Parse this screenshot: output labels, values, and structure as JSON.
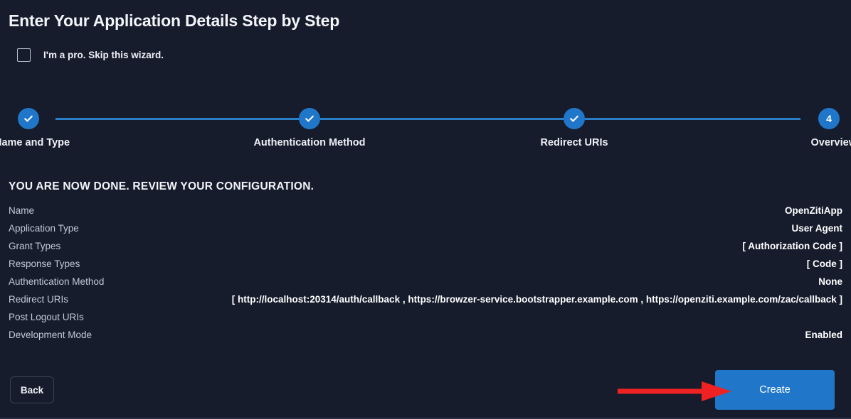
{
  "page": {
    "title": "Enter Your Application Details Step by Step",
    "background_color": "#161c2c",
    "accent_color": "#2077c9",
    "annotation_color": "#ee2222"
  },
  "skip": {
    "label": "I'm a pro. Skip this wizard.",
    "checked": false
  },
  "stepper": {
    "steps": [
      {
        "label": "Name and Type",
        "state": "complete",
        "marker": "check"
      },
      {
        "label": "Authentication Method",
        "state": "complete",
        "marker": "check"
      },
      {
        "label": "Redirect URIs",
        "state": "complete",
        "marker": "check"
      },
      {
        "label": "Overview",
        "state": "current",
        "marker": "4"
      }
    ]
  },
  "review": {
    "header": "YOU ARE NOW DONE. REVIEW YOUR CONFIGURATION.",
    "rows": [
      {
        "label": "Name",
        "value": "OpenZitiApp"
      },
      {
        "label": "Application Type",
        "value": "User Agent"
      },
      {
        "label": "Grant Types",
        "value": "[ Authorization Code ]"
      },
      {
        "label": "Response Types",
        "value": "[ Code ]"
      },
      {
        "label": "Authentication Method",
        "value": "None"
      },
      {
        "label": "Redirect URIs",
        "value": "[ http://localhost:20314/auth/callback , https://browzer-service.bootstrapper.example.com , https://openziti.example.com/zac/callback ]"
      },
      {
        "label": "Post Logout URIs",
        "value": ""
      },
      {
        "label": "Development Mode",
        "value": "Enabled"
      }
    ]
  },
  "footer": {
    "back_label": "Back",
    "create_label": "Create"
  }
}
